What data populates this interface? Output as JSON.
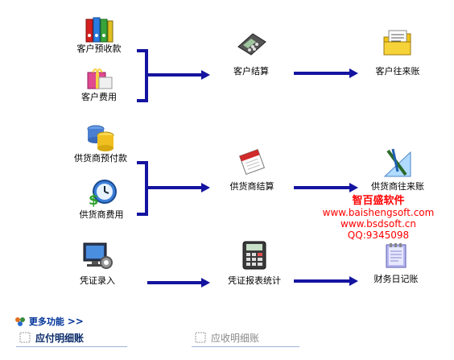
{
  "nodes": {
    "customer_prepay": "客户预收款",
    "customer_fee": "客户费用",
    "customer_settle": "客户结算",
    "customer_ledger": "客户往来账",
    "supplier_prepay": "供货商预付款",
    "supplier_fee": "供货商费用",
    "supplier_settle": "供货商结算",
    "supplier_ledger": "供货商往来账",
    "voucher_entry": "凭证录入",
    "voucher_report": "凭证报表统计",
    "finance_journal": "财务日记账"
  },
  "watermark": {
    "title": "智百盛软件",
    "line1": "www.baishengsoft.com",
    "line2": "www.bsdsoft.cn",
    "line3": "QQ:9345098"
  },
  "more": {
    "label": "更多功能"
  },
  "tabs": {
    "payable": "应付明细账",
    "receivable": "应收明细账"
  },
  "colors": {
    "arrow": "#1414a0",
    "watermark": "#ff0000",
    "link": "#003399"
  }
}
